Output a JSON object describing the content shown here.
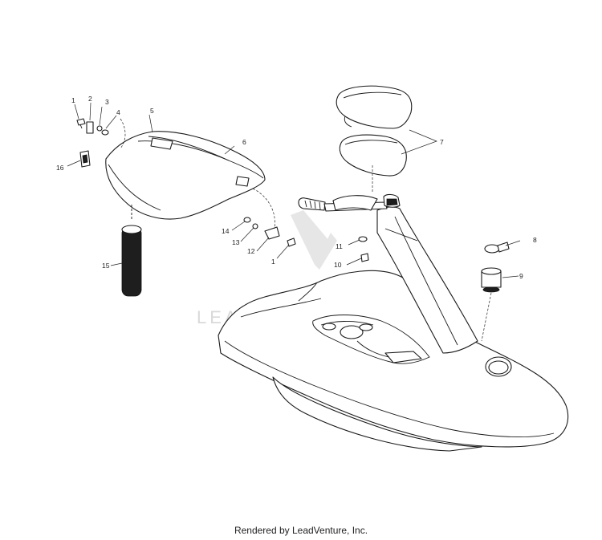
{
  "diagram": {
    "callouts": [
      "1",
      "2",
      "3",
      "4",
      "5",
      "6",
      "7",
      "8",
      "9",
      "10",
      "11",
      "12",
      "13",
      "14",
      "15",
      "16",
      "1"
    ],
    "watermark": "LEADVENTURE"
  },
  "footer": {
    "credit": "Rendered by LeadVenture, Inc."
  },
  "colors": {
    "ink": "#1a1a1a",
    "watermark": "#d9d9d9",
    "background": "#ffffff"
  }
}
